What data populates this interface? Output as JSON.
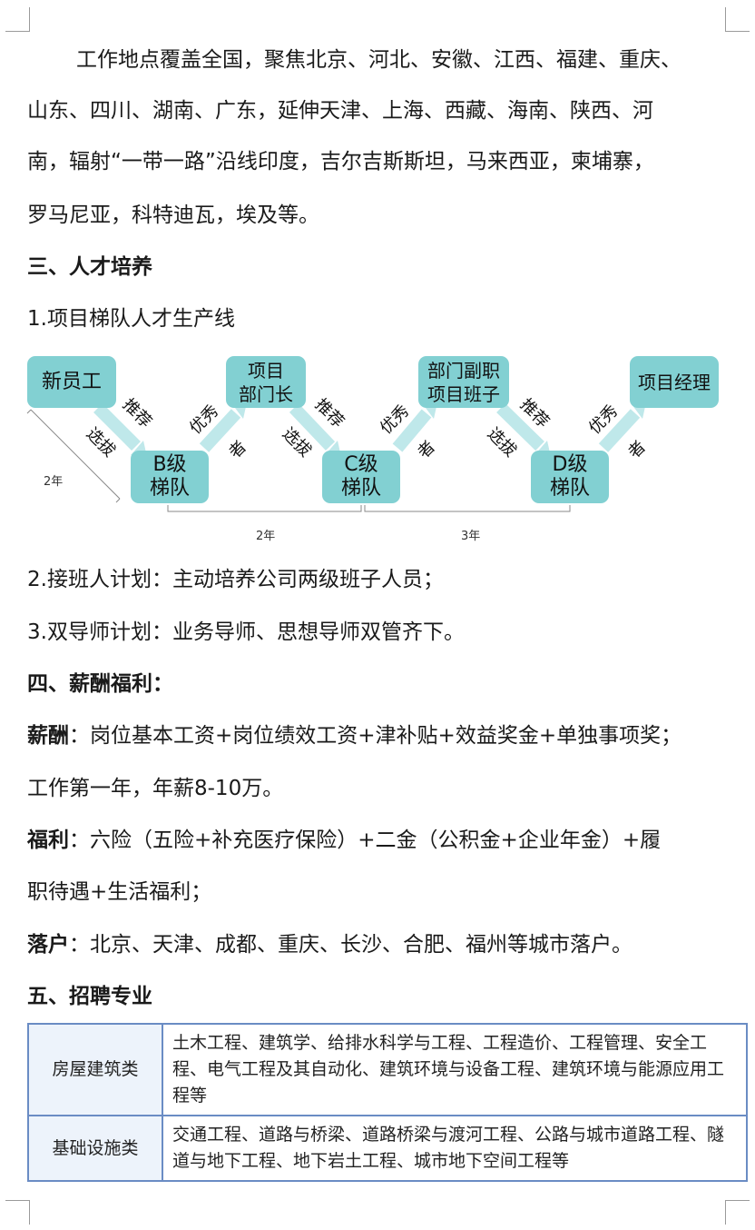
{
  "intro": {
    "line1": "工作地点覆盖全国，聚焦北京、河北、安徽、江西、福建、重庆、",
    "line2": "山东、四川、湖南、广东，延伸天津、上海、西藏、海南、陕西、河",
    "line3": "南，辐射“一带一路”沿线印度，吉尔吉斯斯坦，马来西亚，柬埔寨，",
    "line4": "罗马尼亚，科特迪瓦，埃及等。"
  },
  "section3": {
    "title": "三、人才培养",
    "item1": "1.项目梯队人才生产线",
    "item2": "2.接班人计划：主动培养公司两级班子人员；",
    "item3": "3.双导师计划：业务导师、思想导师双管齐下。"
  },
  "diagram": {
    "nodes": {
      "new_employee": "新员工",
      "b_level": "B级\n梯队",
      "project_dept_head": "项目\n部门长",
      "c_level": "C级\n梯队",
      "dept_deputy": "部门副职\n项目班子",
      "d_level": "D级\n梯队",
      "project_manager": "项目经理"
    },
    "labels": {
      "recommend": "推荐",
      "select": "选拔",
      "excellent": "优秀",
      "person": "者"
    },
    "durations": {
      "first": "2年",
      "second": "2年",
      "third": "3年"
    },
    "colors": {
      "node_fill": "#82d0d2",
      "arrow": "#bfe8ea"
    }
  },
  "section4": {
    "title": "四、薪酬福利：",
    "salary_label": "薪酬",
    "salary_text": "：岗位基本工资+岗位绩效工资+津补贴+效益奖金+单独事项奖；",
    "salary_line2": "工作第一年，年薪8-10万。",
    "welfare_label": "福利",
    "welfare_text": "：六险（五险+补充医疗保险）+二金（公积金+企业年金）+履",
    "welfare_line2": "职待遇+生活福利；",
    "hukou_label": "落户",
    "hukou_text": "：北京、天津、成都、重庆、长沙、合肥、福州等城市落户。"
  },
  "section5": {
    "title": "五、招聘专业",
    "rows": [
      {
        "category": "房屋建筑类",
        "majors": "土木工程、建筑学、给排水科学与工程、工程造价、工程管理、安全工程、电气工程及其自动化、建筑环境与设备工程、建筑环境与能源应用工程等"
      },
      {
        "category": "基础设施类",
        "majors": "交通工程、道路与桥梁、道路桥梁与渡河工程、公路与城市道路工程、隧道与地下工程、地下岩土工程、城市地下空间工程等"
      }
    ],
    "colors": {
      "border": "#6a8cc4",
      "category_bg": "#edf3fb"
    }
  }
}
